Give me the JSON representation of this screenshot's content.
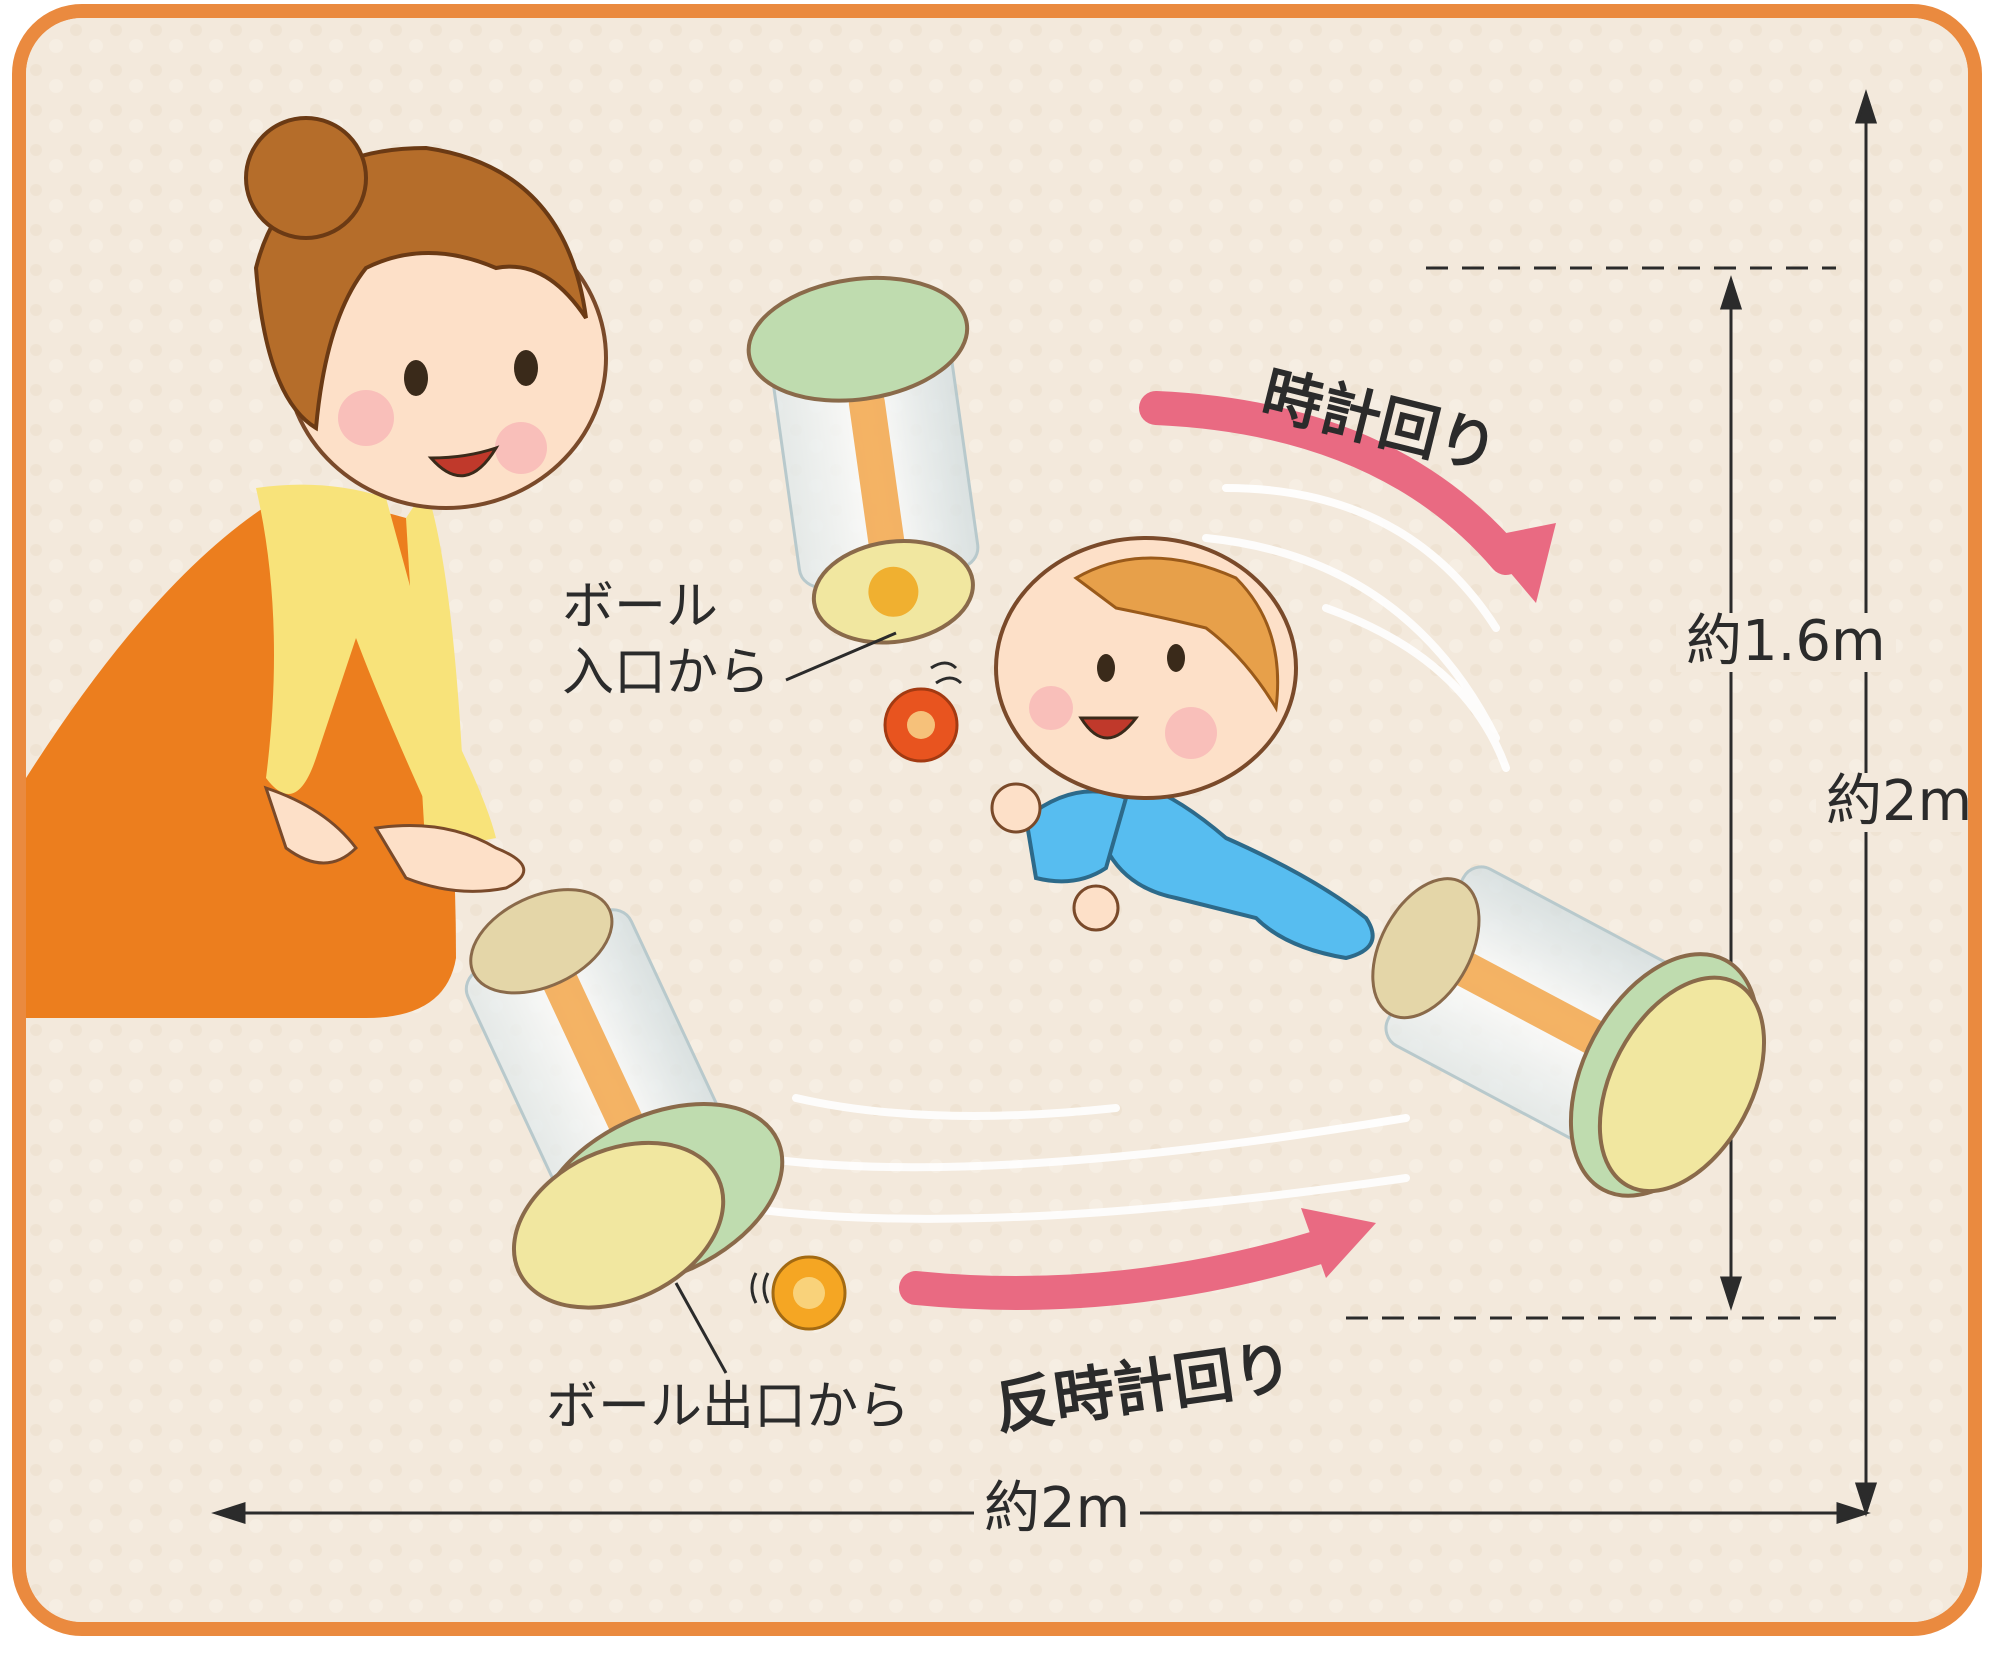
{
  "labels": {
    "ball_entrance": [
      "ボール",
      "入口から"
    ],
    "ball_exit": "ボール出口から",
    "clockwise": "時計回り",
    "counter_clockwise": "反時計回り",
    "dim_width": "約2m",
    "dim_height": "約2m",
    "dim_inner": "約1.6m"
  },
  "colors": {
    "frame": "#ea8a3f",
    "arrow": "#e96a82",
    "carpet": "#f3e9dc",
    "toy_green": "#bfdcaf",
    "mom_dress": "#ec7e1e",
    "mom_shirt": "#f8e37a",
    "baby_suit": "#57bdf0"
  },
  "icons": [
    "mother-figure",
    "baby-figure",
    "roller-toy",
    "ball"
  ]
}
